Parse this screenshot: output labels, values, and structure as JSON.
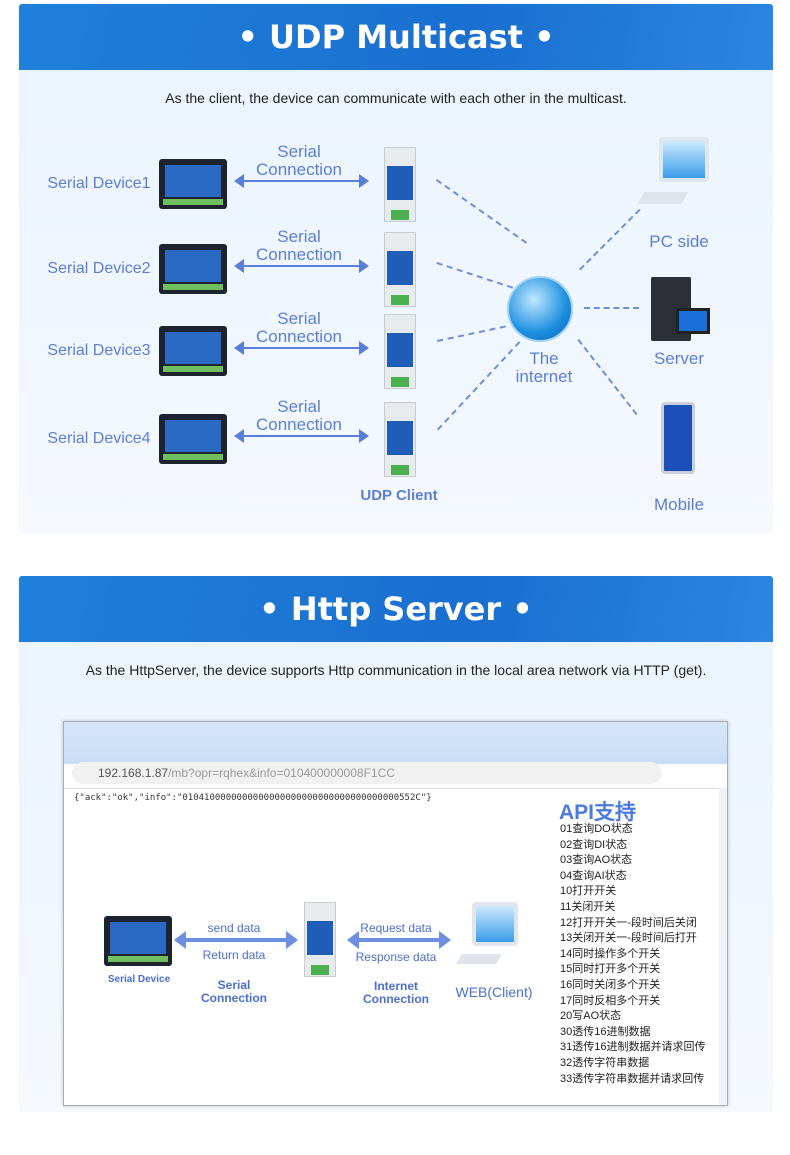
{
  "udp": {
    "title": "• UDP Multicast •",
    "subtitle": "As the client, the device can communicate with each other in the multicast.",
    "devices": [
      "Serial Device1",
      "Serial Device2",
      "Serial Device3",
      "Serial Device4"
    ],
    "connection_label": [
      "Serial",
      "Connection"
    ],
    "client_label": "UDP Client",
    "internet_label": [
      "The",
      "internet"
    ],
    "endpoints": [
      "PC side",
      "Server",
      "Mobile"
    ]
  },
  "http": {
    "title": "• Http Server •",
    "subtitle": "As the HttpServer, the device supports Http communication in the local area network via HTTP (get).",
    "url_host": "192.168.1.87",
    "url_path": "/mb?opr=rqhex&info=010400000008F1CC",
    "response": "{\"ack\":\"ok\",\"info\":\"0104100000000000000000000000000000000000552C\"}",
    "api_title": "API支持",
    "api_items": [
      "01查询DO状态",
      "02查询DI状态",
      "03查询AO状态",
      "04查询AI状态",
      "10打开开关",
      "11关闭开关",
      "12打开开关一-段时间后关闭",
      "13关闭开关一-段时间后打开",
      "14同时操作多个开关",
      "15同时打开多个开关",
      "16同时关闭多个开关",
      "17同时反相多个开关",
      "20写AO状态",
      "30透传16进制数据",
      "31透传16进制数据并请求回传",
      "32透传字符串数据",
      "33透传字符串数据并请求回传"
    ],
    "serial_device": "Serial Device",
    "send": "send data",
    "return": "Return data",
    "serial_conn": [
      "Serial",
      "Connection"
    ],
    "request": "Request data",
    "response_data": "Response data",
    "internet_conn": [
      "Internet",
      "Connection"
    ],
    "web_client": "WEB(Client)"
  },
  "colors": {
    "header": "#1a6fd0",
    "accent": "#5b7fd8"
  }
}
